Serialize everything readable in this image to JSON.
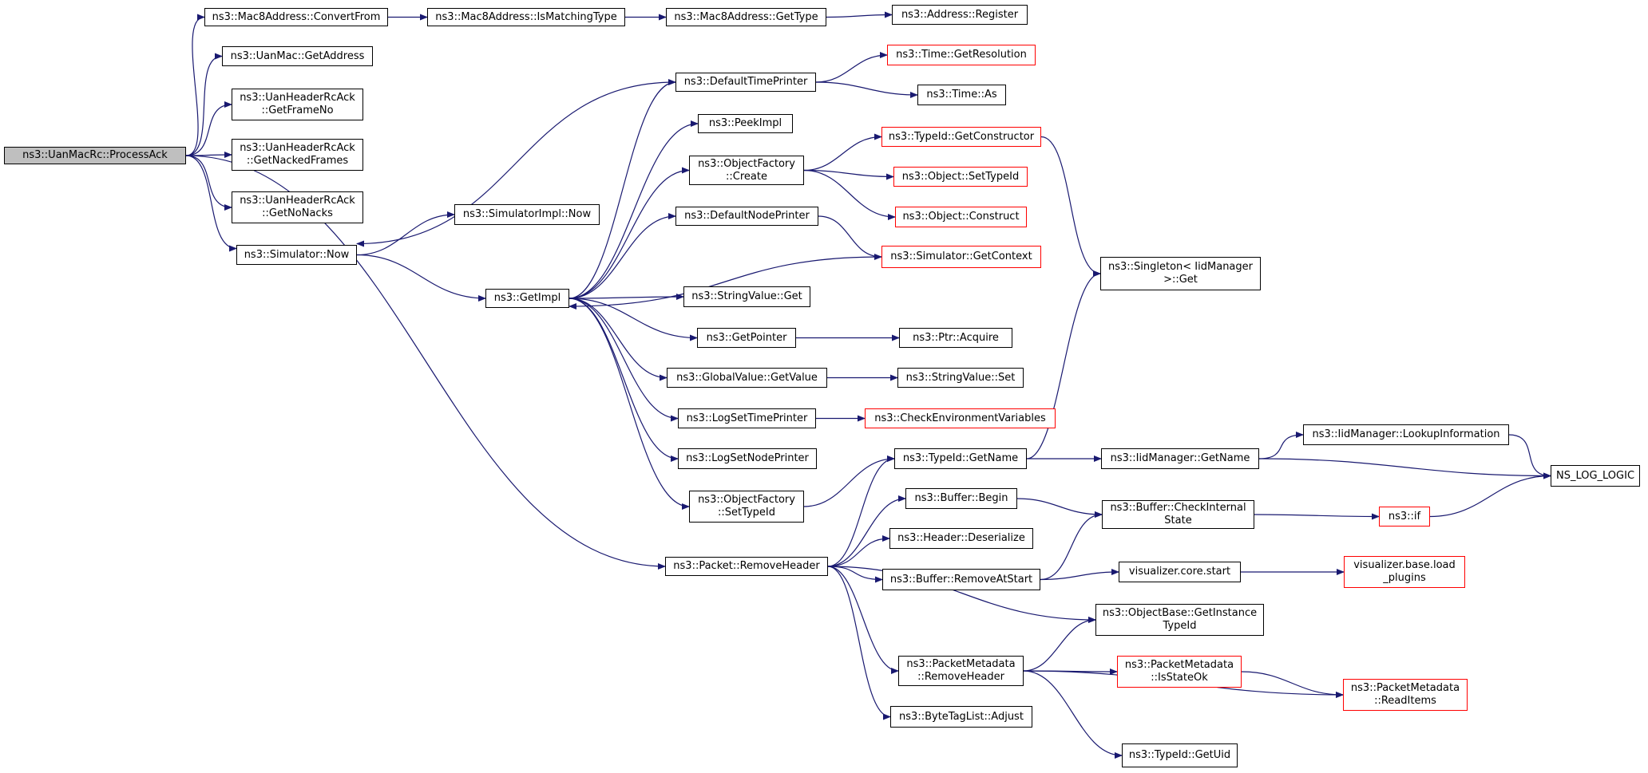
{
  "colors": {
    "edge": "#191970",
    "border": "#000000",
    "truncated_border": "#ff0000",
    "root_fill": "#bfbfbf"
  },
  "nodes": [
    {
      "id": "root",
      "lines": [
        "ns3::UanMacRc::ProcessAck"
      ],
      "root": true
    },
    {
      "id": "mac8convert",
      "lines": [
        "ns3::Mac8Address::ConvertFrom"
      ]
    },
    {
      "id": "mac8match",
      "lines": [
        "ns3::Mac8Address::IsMatchingType"
      ]
    },
    {
      "id": "mac8gettype",
      "lines": [
        "ns3::Mac8Address::GetType"
      ]
    },
    {
      "id": "addrregister",
      "lines": [
        "ns3::Address::Register"
      ]
    },
    {
      "id": "uanmacgetaddr",
      "lines": [
        "ns3::UanMac::GetAddress"
      ]
    },
    {
      "id": "getframeno",
      "lines": [
        "ns3::UanHeaderRcAck",
        "::GetFrameNo"
      ]
    },
    {
      "id": "getnackedframes",
      "lines": [
        "ns3::UanHeaderRcAck",
        "::GetNackedFrames"
      ]
    },
    {
      "id": "getnonacks",
      "lines": [
        "ns3::UanHeaderRcAck",
        "::GetNoNacks"
      ]
    },
    {
      "id": "simnow",
      "lines": [
        "ns3::Simulator::Now"
      ]
    },
    {
      "id": "simimplnow",
      "lines": [
        "ns3::SimulatorImpl::Now"
      ]
    },
    {
      "id": "getimpl",
      "lines": [
        "ns3::GetImpl"
      ]
    },
    {
      "id": "deftimeprinter",
      "lines": [
        "ns3::DefaultTimePrinter"
      ]
    },
    {
      "id": "timegetres",
      "lines": [
        "ns3::Time::GetResolution"
      ],
      "truncated": true
    },
    {
      "id": "timeas",
      "lines": [
        "ns3::Time::As"
      ]
    },
    {
      "id": "peekimpl",
      "lines": [
        "ns3::PeekImpl"
      ]
    },
    {
      "id": "ofcreate",
      "lines": [
        "ns3::ObjectFactory",
        "::Create"
      ]
    },
    {
      "id": "typeidgetctor",
      "lines": [
        "ns3::TypeId::GetConstructor"
      ],
      "truncated": true
    },
    {
      "id": "objsettypeid",
      "lines": [
        "ns3::Object::SetTypeId"
      ],
      "truncated": true
    },
    {
      "id": "objconstruct",
      "lines": [
        "ns3::Object::Construct"
      ],
      "truncated": true
    },
    {
      "id": "defnodeprinter",
      "lines": [
        "ns3::DefaultNodePrinter"
      ]
    },
    {
      "id": "simgetcontext",
      "lines": [
        "ns3::Simulator::GetContext"
      ],
      "truncated": true
    },
    {
      "id": "singletonget",
      "lines": [
        "ns3::Singleton< IidManager",
        " >::Get"
      ]
    },
    {
      "id": "strvalget",
      "lines": [
        "ns3::StringValue::Get"
      ]
    },
    {
      "id": "getpointer",
      "lines": [
        "ns3::GetPointer"
      ]
    },
    {
      "id": "ptracquire",
      "lines": [
        "ns3::Ptr::Acquire"
      ]
    },
    {
      "id": "gvgetvalue",
      "lines": [
        "ns3::GlobalValue::GetValue"
      ]
    },
    {
      "id": "strvalset",
      "lines": [
        "ns3::StringValue::Set"
      ]
    },
    {
      "id": "logsettimeprinter",
      "lines": [
        "ns3::LogSetTimePrinter"
      ]
    },
    {
      "id": "checkenvvars",
      "lines": [
        "ns3::CheckEnvironmentVariables"
      ],
      "truncated": true
    },
    {
      "id": "logsetnodeprinter",
      "lines": [
        "ns3::LogSetNodePrinter"
      ]
    },
    {
      "id": "ofsettypeid",
      "lines": [
        "ns3::ObjectFactory",
        "::SetTypeId"
      ]
    },
    {
      "id": "typeidgetname",
      "lines": [
        "ns3::TypeId::GetName"
      ]
    },
    {
      "id": "iidgetname",
      "lines": [
        "ns3::IidManager::GetName"
      ]
    },
    {
      "id": "iidlookup",
      "lines": [
        "ns3::IidManager::LookupInformation"
      ]
    },
    {
      "id": "nsloglogic",
      "lines": [
        "NS_LOG_LOGIC"
      ]
    },
    {
      "id": "bufbegin",
      "lines": [
        "ns3::Buffer::Begin"
      ]
    },
    {
      "id": "bufcheck",
      "lines": [
        "ns3::Buffer::CheckInternal",
        "State"
      ]
    },
    {
      "id": "ns3if",
      "lines": [
        "ns3::if"
      ],
      "truncated": true
    },
    {
      "id": "headerdeser",
      "lines": [
        "ns3::Header::Deserialize"
      ]
    },
    {
      "id": "pktremovehdr",
      "lines": [
        "ns3::Packet::RemoveHeader"
      ]
    },
    {
      "id": "bufremoveatstart",
      "lines": [
        "ns3::Buffer::RemoveAtStart"
      ]
    },
    {
      "id": "vizstart",
      "lines": [
        "visualizer.core.start"
      ]
    },
    {
      "id": "vizload",
      "lines": [
        "visualizer.base.load",
        "_plugins"
      ],
      "truncated": true
    },
    {
      "id": "objbasegetinst",
      "lines": [
        "ns3::ObjectBase::GetInstance",
        "TypeId"
      ]
    },
    {
      "id": "pmremovehdr",
      "lines": [
        "ns3::PacketMetadata",
        "::RemoveHeader"
      ]
    },
    {
      "id": "pmisstateok",
      "lines": [
        "ns3::PacketMetadata",
        "::IsStateOk"
      ],
      "truncated": true
    },
    {
      "id": "pmreaditems",
      "lines": [
        "ns3::PacketMetadata",
        "::ReadItems"
      ],
      "truncated": true
    },
    {
      "id": "btladjust",
      "lines": [
        "ns3::ByteTagList::Adjust"
      ]
    },
    {
      "id": "typeidgetuid",
      "lines": [
        "ns3::TypeId::GetUid"
      ]
    }
  ],
  "edges": [
    [
      "root",
      "mac8convert"
    ],
    [
      "root",
      "uanmacgetaddr"
    ],
    [
      "root",
      "getframeno"
    ],
    [
      "root",
      "getnackedframes"
    ],
    [
      "root",
      "getnonacks"
    ],
    [
      "root",
      "simnow"
    ],
    [
      "root",
      "pktremovehdr"
    ],
    [
      "mac8convert",
      "mac8match"
    ],
    [
      "mac8match",
      "mac8gettype"
    ],
    [
      "mac8gettype",
      "addrregister"
    ],
    [
      "simnow",
      "simimplnow"
    ],
    [
      "simnow",
      "getimpl"
    ],
    [
      "getimpl",
      "deftimeprinter"
    ],
    [
      "getimpl",
      "peekimpl"
    ],
    [
      "getimpl",
      "ofcreate"
    ],
    [
      "getimpl",
      "defnodeprinter"
    ],
    [
      "getimpl",
      "strvalget"
    ],
    [
      "getimpl",
      "getpointer"
    ],
    [
      "getimpl",
      "gvgetvalue"
    ],
    [
      "getimpl",
      "logsettimeprinter"
    ],
    [
      "getimpl",
      "logsetnodeprinter"
    ],
    [
      "getimpl",
      "ofsettypeid"
    ],
    [
      "deftimeprinter",
      "timegetres"
    ],
    [
      "deftimeprinter",
      "timeas"
    ],
    [
      "deftimeprinter",
      "simnow"
    ],
    [
      "ofcreate",
      "typeidgetctor"
    ],
    [
      "ofcreate",
      "objsettypeid"
    ],
    [
      "ofcreate",
      "objconstruct"
    ],
    [
      "defnodeprinter",
      "simgetcontext"
    ],
    [
      "simgetcontext",
      "getimpl"
    ],
    [
      "typeidgetctor",
      "singletonget"
    ],
    [
      "getpointer",
      "ptracquire"
    ],
    [
      "gvgetvalue",
      "strvalset"
    ],
    [
      "logsettimeprinter",
      "checkenvvars"
    ],
    [
      "ofsettypeid",
      "typeidgetname"
    ],
    [
      "typeidgetname",
      "iidgetname"
    ],
    [
      "typeidgetname",
      "singletonget"
    ],
    [
      "iidgetname",
      "iidlookup"
    ],
    [
      "iidgetname",
      "nsloglogic"
    ],
    [
      "iidlookup",
      "nsloglogic"
    ],
    [
      "pktremovehdr",
      "typeidgetname"
    ],
    [
      "pktremovehdr",
      "bufbegin"
    ],
    [
      "pktremovehdr",
      "headerdeser"
    ],
    [
      "pktremovehdr",
      "bufremoveatstart"
    ],
    [
      "pktremovehdr",
      "objbasegetinst"
    ],
    [
      "pktremovehdr",
      "pmremovehdr"
    ],
    [
      "pktremovehdr",
      "btladjust"
    ],
    [
      "bufbegin",
      "bufcheck"
    ],
    [
      "bufcheck",
      "ns3if"
    ],
    [
      "ns3if",
      "nsloglogic"
    ],
    [
      "bufremoveatstart",
      "bufcheck"
    ],
    [
      "bufremoveatstart",
      "vizstart"
    ],
    [
      "vizstart",
      "vizload"
    ],
    [
      "pmremovehdr",
      "objbasegetinst"
    ],
    [
      "pmremovehdr",
      "pmisstateok"
    ],
    [
      "pmremovehdr",
      "pmreaditems"
    ],
    [
      "pmremovehdr",
      "typeidgetuid"
    ],
    [
      "pmisstateok",
      "pmreaditems"
    ]
  ]
}
